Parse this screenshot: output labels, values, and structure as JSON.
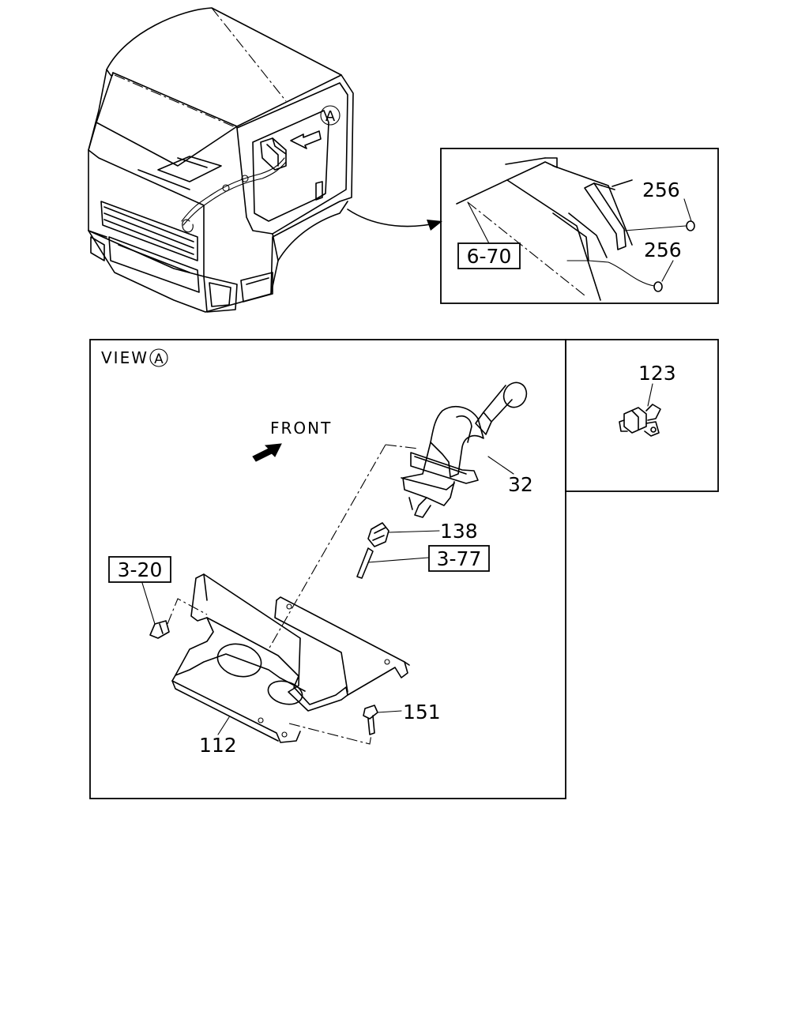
{
  "view_label": "VIEW",
  "view_marker": "A",
  "cab_marker": "A",
  "front_label": "FRONT",
  "callouts": {
    "c256_upper": "256",
    "c256_lower": "256",
    "c123": "123",
    "c32": "32",
    "c138": "138",
    "c151": "151",
    "c112": "112"
  },
  "refs": {
    "r6_70": "6-70",
    "r3_20": "3-20",
    "r3_77": "3-77"
  },
  "icons": [
    "arrow-icon",
    "circle-letter-icon"
  ]
}
